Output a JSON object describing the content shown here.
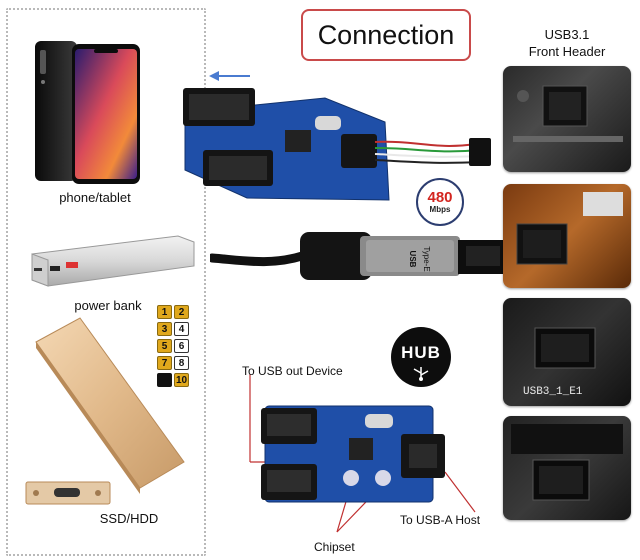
{
  "title": "Connection",
  "header_label": [
    "USB3.1",
    "Front Header"
  ],
  "speed_badge": {
    "value": "480",
    "unit": "Mbps"
  },
  "hub_label": "HUB",
  "devices": {
    "phone": "phone/tablet",
    "power_bank": "power bank",
    "ssd": "SSD/HDD"
  },
  "pins": [
    "1",
    "2",
    "3",
    "4",
    "5",
    "6",
    "7",
    "8",
    "",
    "10"
  ],
  "callouts": {
    "usb_out": "To USB out Device",
    "usb_a_host": "To USB-A Host",
    "chipset": "Chipset"
  },
  "connector_text": [
    "Type-E",
    "USB"
  ],
  "motherboard_silk": "USB3_1_E1",
  "colors": {
    "title_border": "#c94a4a",
    "badge_red": "#d3251f",
    "pcb_blue": "#1f4fa8",
    "callout_line": "#c03030"
  }
}
